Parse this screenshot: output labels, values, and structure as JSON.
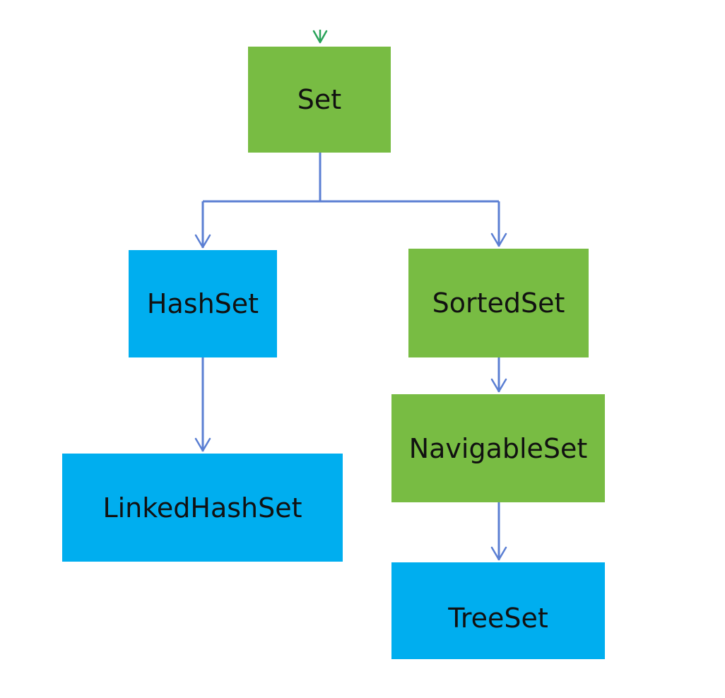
{
  "diagram": {
    "nodes": {
      "set": {
        "label": "Set",
        "kind": "interface"
      },
      "hashset": {
        "label": "HashSet",
        "kind": "class"
      },
      "sortedset": {
        "label": "SortedSet",
        "kind": "interface"
      },
      "linkedhashset": {
        "label": "LinkedHashSet",
        "kind": "class"
      },
      "navigableset": {
        "label": "NavigableSet",
        "kind": "interface"
      },
      "treeset": {
        "label": "TreeSet",
        "kind": "class"
      }
    },
    "edges": [
      {
        "from": "set",
        "to": "hashset"
      },
      {
        "from": "set",
        "to": "sortedset"
      },
      {
        "from": "hashset",
        "to": "linkedhashset"
      },
      {
        "from": "sortedset",
        "to": "navigableset"
      },
      {
        "from": "navigableset",
        "to": "treeset"
      }
    ],
    "colors": {
      "interface": "#78bc43",
      "class": "#00aeef",
      "connector": "#5b7fd3",
      "top_arrow": "#2aa35a"
    }
  }
}
